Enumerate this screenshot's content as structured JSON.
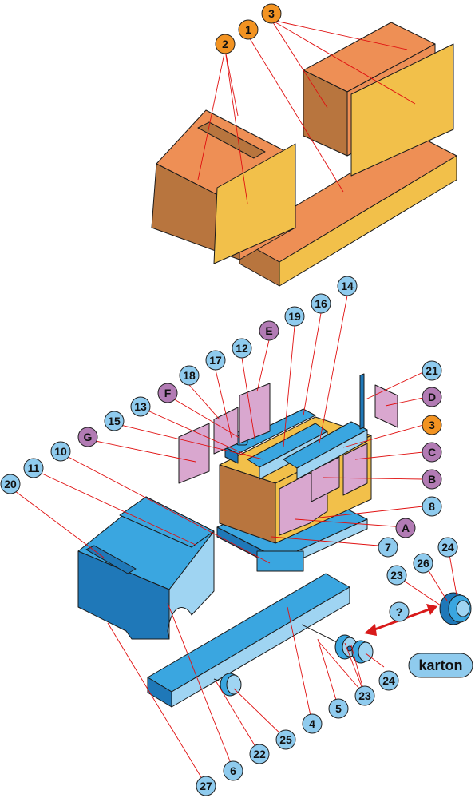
{
  "colors": {
    "orange_light": "#f2c04a",
    "orange_mid": "#ee8f55",
    "orange_dark": "#b8753e",
    "blue_light": "#9fd4f2",
    "blue_mid": "#3aa6e0",
    "blue_dark": "#1f78b8",
    "pink": "#d9a7cf",
    "leader": "#e01010",
    "callout_orange": "#f29322",
    "callout_blue": "#8fcbee",
    "callout_purple": "#b27bb4",
    "arrow_red": "#d81a1a"
  },
  "top_labels": [
    "1",
    "2",
    "3"
  ],
  "labels": {
    "n2": "2",
    "n1": "1",
    "n3top": "3",
    "n14": "14",
    "n16": "16",
    "n19": "19",
    "nE": "E",
    "n12": "12",
    "n17": "17",
    "n18": "18",
    "nF": "F",
    "n13": "13",
    "n15": "15",
    "nG": "G",
    "n10": "10",
    "n11": "11",
    "n20": "20",
    "n21": "21",
    "nD": "D",
    "n3": "3",
    "nC": "C",
    "nB": "B",
    "n8": "8",
    "nA": "A",
    "n7": "7",
    "n24a": "24",
    "n26": "26",
    "n23a": "23",
    "nQ": "?",
    "n24b": "24",
    "n23b": "23",
    "n5": "5",
    "n4": "4",
    "n25": "25",
    "n22": "22",
    "n6": "6",
    "n27": "27"
  },
  "karton": "karton"
}
